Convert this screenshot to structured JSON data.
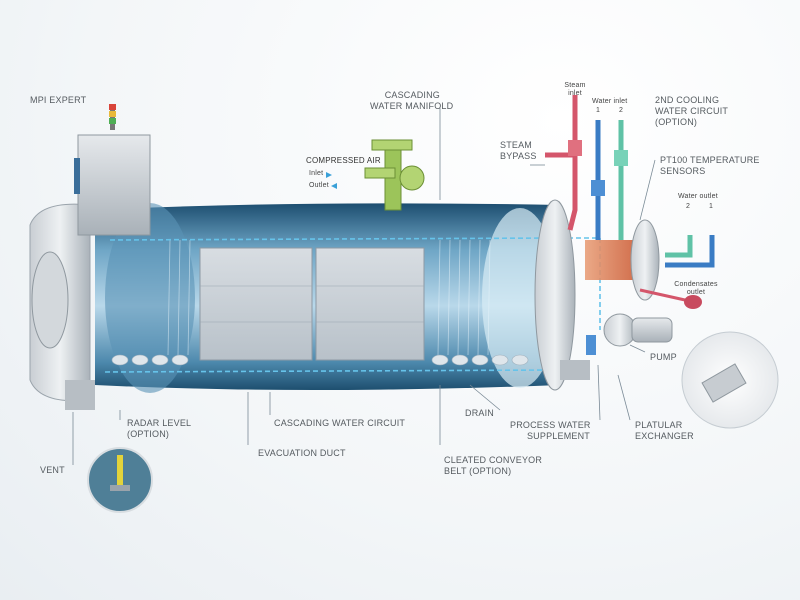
{
  "labels": {
    "mpi_expert": "MPI EXPERT",
    "cascading_water_manifold": "CASCADING\nWATER MANIFOLD",
    "compressed_air": "COMPRESSED AIR",
    "inlet": "Inlet",
    "outlet": "Outlet",
    "steam_inlet": "Steam\ninlet",
    "water_inlet": "Water inlet",
    "water_inlet_1": "1",
    "water_inlet_2": "2",
    "second_cooling_circuit": "2ND COOLING\nWATER CIRCUIT\n(OPTION)",
    "steam_bypass": "STEAM\nBYPASS",
    "pt100_sensors": "PT100 TEMPERATURE\nSENSORS",
    "water_outlet": "Water outlet",
    "water_outlet_2": "2",
    "water_outlet_1": "1",
    "condensates_outlet": "Condensates\noutlet",
    "pump": "PUMP",
    "platular_exchanger": "PLATULAR\nEXCHANGER",
    "radar_level": "RADAR LEVEL\n(OPTION)",
    "cascading_water_circuit": "CASCADING WATER CIRCUIT",
    "drain": "DRAIN",
    "process_water_supplement": "PROCESS WATER\nSUPPLEMENT",
    "evacuation_duct": "EVACUATION DUCT",
    "cleated_conveyor_belt": "CLEATED CONVEYOR\nBELT (OPTION)",
    "vent": "VENT"
  },
  "colors": {
    "steam": "#d4566b",
    "water_inlet_blue": "#3a7cc4",
    "cooling_green": "#5fc2a6",
    "air_green": "#9cc45a",
    "vessel_blue": "#2e6e96",
    "leader_line": "#7a8a96"
  }
}
